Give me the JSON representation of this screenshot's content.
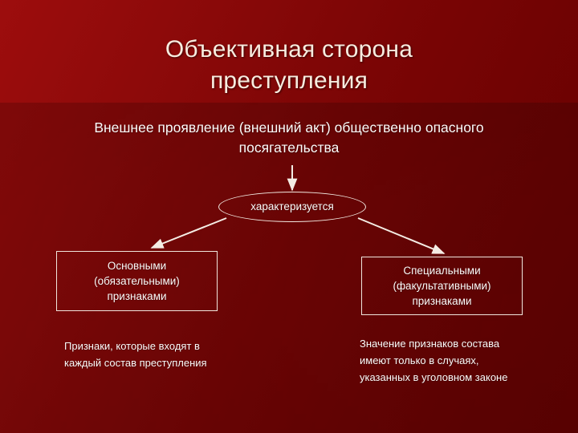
{
  "slide": {
    "title": "Объективная сторона преступления",
    "title_line_1": "Объективная сторона",
    "title_line_2": "преступления",
    "subtitle": "Внешнее проявление (внешний акт) общественно опасного посягательства",
    "connector_label": "характеризуется",
    "categories": [
      {
        "id": "basic",
        "line_1": "Основными",
        "line_2": "(обязательными)",
        "line_3": "признаками",
        "note": "Признаки, которые входят в каждый состав преступления"
      },
      {
        "id": "special",
        "line_1": "Специальными",
        "line_2": "(факультативными)",
        "line_3": "признаками",
        "note": "Значение признаков состава имеют только в случаях, указанных в уголовном законе"
      }
    ],
    "colors": {
      "background_light": "#9d0d0d",
      "background_dark": "#670101",
      "title_text": "#f7ecdf",
      "body_text": "#fdfbfa",
      "outline": "#f0e6dd"
    }
  }
}
